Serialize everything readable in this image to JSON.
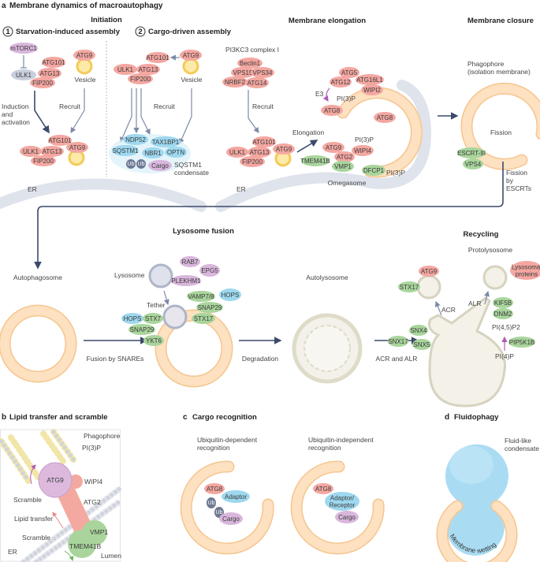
{
  "colors": {
    "pink": "#f4a7a1",
    "green": "#a9d59c",
    "blue": "#9ed8ef",
    "purple": "#d9b6dc",
    "grey": "#c8cfdc",
    "ub": "#6e7893",
    "orange": "#fcdcb5",
    "yellow": "#f9d86c",
    "er": "#dfe3ec",
    "arrow": "#3c4a6b"
  },
  "panel_a": {
    "title_letter": "a",
    "title": "Membrane dynamics of macroautophagy",
    "initiation": {
      "title": "Initiation",
      "step1_num": "1",
      "step1": "Starvation-induced assembly",
      "step2_num": "2",
      "step2": "Cargo-driven assembly"
    },
    "starvation": {
      "mtorc1": "mTORC1",
      "atg101": "ATG101",
      "ulk1": "ULK1",
      "atg13": "ATG13",
      "fip200": "FIP200",
      "atg9": "ATG9",
      "vesicle": "Vesicle",
      "induction": [
        "Induction",
        "and",
        "activation"
      ],
      "recruit": "Recruit"
    },
    "cargo": {
      "atg101": "ATG101",
      "ulk1": "ULK1",
      "atg13": "ATG13",
      "fip200": "FIP200",
      "atg9": "ATG9",
      "vesicle": "Vesicle",
      "recruit": "Recruit",
      "ndp52": "NDP52",
      "tax1bp1": "TAX1BP1",
      "sqstm1": "SQSTM1",
      "nbr1": "NBR1",
      "optn": "OPTN",
      "ub": "Ub",
      "cargo": "Cargo",
      "condensate": [
        "SQSTM1",
        "condensate"
      ]
    },
    "pi3kc3": {
      "title": "PI3KC3 complex I",
      "beclin1": "Beclin1",
      "vps15": "VPS15",
      "vps34": "VPS34",
      "nrbf2": "NRBF2",
      "atg14": "ATG14",
      "recruit": "Recruit"
    },
    "er_label": "ER",
    "elongation": {
      "title": "Membrane elongation",
      "atg5": "ATG5",
      "atg12": "ATG12",
      "atg16l1": "ATG16L1",
      "wipi2": "WIPI2",
      "e3": "E3",
      "pi3p": "PI(3)P",
      "atg8": "ATG8",
      "elongation": "Elongation",
      "atg9": "ATG9",
      "wipi4": "WIPI4",
      "atg2": "ATG2",
      "tmem41b": "TMEM41B",
      "vmp1": "VMP1",
      "dfcp1": "DFCP1",
      "omegasome": "Omegasome"
    },
    "closure": {
      "title": "Membrane closure",
      "phagophore": [
        "Phagophore",
        "(isolation membrane)"
      ],
      "fission": "Fission",
      "escrt3": "ESCRT-III",
      "vps4": "VPS4",
      "fission_by": [
        "Fission",
        "by",
        "ESCRTs"
      ]
    },
    "fusion": {
      "title": "Lysosome fusion",
      "autophagosome": "Autophagosome",
      "lysosome": "Lysosome",
      "rab7": "RAB7",
      "epg5": "EPG5",
      "plekhm1": "PLEKHM1",
      "tether": "Tether",
      "vamp78": "VAMP7/8",
      "hops": "HOPS",
      "snap29": "SNAP29",
      "stx17": "STX17",
      "stx7": "STX7",
      "ykt6": "YKT6",
      "fusion_by": "Fusion by SNAREs",
      "degradation": "Degradation",
      "autolysosome": "Autolysosome",
      "acr_alr": "ACR and ALR"
    },
    "recycling": {
      "title": "Recycling",
      "protolysosome": "Protolysosome",
      "atg9": "ATG9",
      "stx17": "STX17",
      "lysosomal": [
        "Lysosomal",
        "proteins"
      ],
      "acr": "ACR",
      "alr": "ALR",
      "kif5b": "KIF5B",
      "dnm2": "DNM2",
      "pi45p2": "PI(4,5)P2",
      "pip5k1b": "PIP5K1B",
      "pi4p": "PI(4)P",
      "snx4": "SNX4",
      "snx17": "SNX17",
      "snx5": "SNX5"
    }
  },
  "panel_b": {
    "title_letter": "b",
    "title": "Lipid transfer and scramble",
    "phagophore": "Phagophore",
    "pi3p": "PI(3)P",
    "atg9": "ATG9",
    "wipi4": "WIPI4",
    "scramble": "Scramble",
    "atg2": "ATG2",
    "lipid_transfer": "Lipid transfer",
    "vmp1": "VMP1",
    "tmem41b": "TMEM41B",
    "er": "ER",
    "lumen": "Lumen"
  },
  "panel_c": {
    "title_letter": "c",
    "title": "Cargo recognition",
    "dep": [
      "Ubiquitin-dependent",
      "recognition"
    ],
    "indep": [
      "Ubiquitin-independent",
      "recognition"
    ],
    "atg8": "ATG8",
    "adaptor": "Adaptor",
    "ub": "Ub",
    "cargo": "Cargo",
    "adaptor_receptor": [
      "Adaptor/",
      "Receptor"
    ]
  },
  "panel_d": {
    "title_letter": "d",
    "title": "Fluidophagy",
    "condensate": [
      "Fluid-like",
      "condensate"
    ],
    "wetting": "Membrane wetting"
  }
}
